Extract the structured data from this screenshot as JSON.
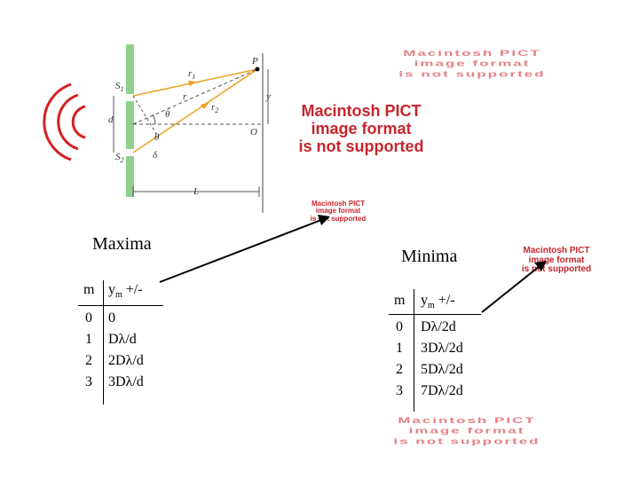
{
  "diagram_labels": {
    "s1": "S",
    "s1_sub": "1",
    "s2": "S",
    "s2_sub": "2",
    "d": "d",
    "r1": "r",
    "r1_sub": "1",
    "r2": "r",
    "r2_sub": "2",
    "r_top": "r",
    "theta_top": "θ",
    "theta_bottom": "θ",
    "delta": "δ",
    "P": "P",
    "y": "y",
    "O": "O",
    "L": "L"
  },
  "pict_messages": {
    "top_ghost": "Macintosh PICT\nimage format\nis not supported",
    "center": "Macintosh PICT\nimage format\nis not supported",
    "small_center": "Macintosh PICT\nimage format\nis not supported",
    "right_small": "Macintosh PICT\nimage format\nis not supported",
    "bottom_ghost": "Macintosh PICT\nimage format\nis not supported"
  },
  "maxima": {
    "heading": "Maxima",
    "col_m": "m",
    "col_y": "y",
    "col_y_sub": "m",
    "col_y_suffix": " +/-",
    "rows": [
      {
        "m": "0",
        "y": "0"
      },
      {
        "m": "1",
        "y": "Dλ/d"
      },
      {
        "m": "2",
        "y": "2Dλ/d"
      },
      {
        "m": "3",
        "y": "3Dλ/d"
      }
    ]
  },
  "minima": {
    "heading": "Minima",
    "col_m": "m",
    "col_y": "y",
    "col_y_sub": "m",
    "col_y_suffix": " +/-",
    "rows": [
      {
        "m": "0",
        "y": "Dλ/2d"
      },
      {
        "m": "1",
        "y": "3Dλ/2d"
      },
      {
        "m": "2",
        "y": "5Dλ/2d"
      },
      {
        "m": "3",
        "y": "7Dλ/2d"
      }
    ]
  },
  "colors": {
    "slit_wall": "#8fd08f",
    "ray": "#f0a020",
    "waves": "#d42020",
    "pict_text": "#c8242c"
  }
}
